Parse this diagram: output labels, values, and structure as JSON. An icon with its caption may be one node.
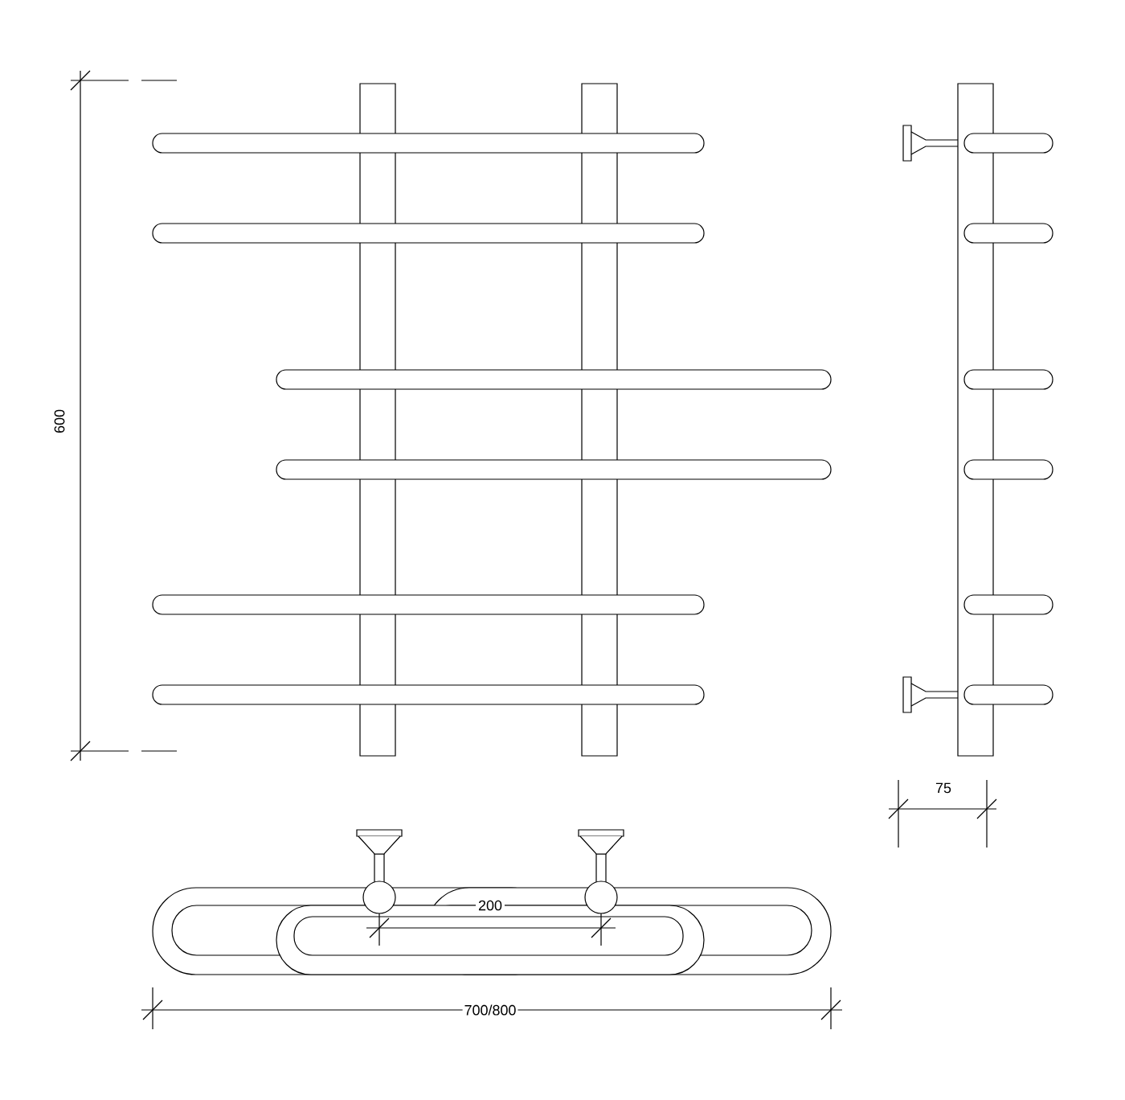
{
  "diagram": {
    "labels": [
      "600",
      "75",
      "200",
      "700/800"
    ]
  }
}
